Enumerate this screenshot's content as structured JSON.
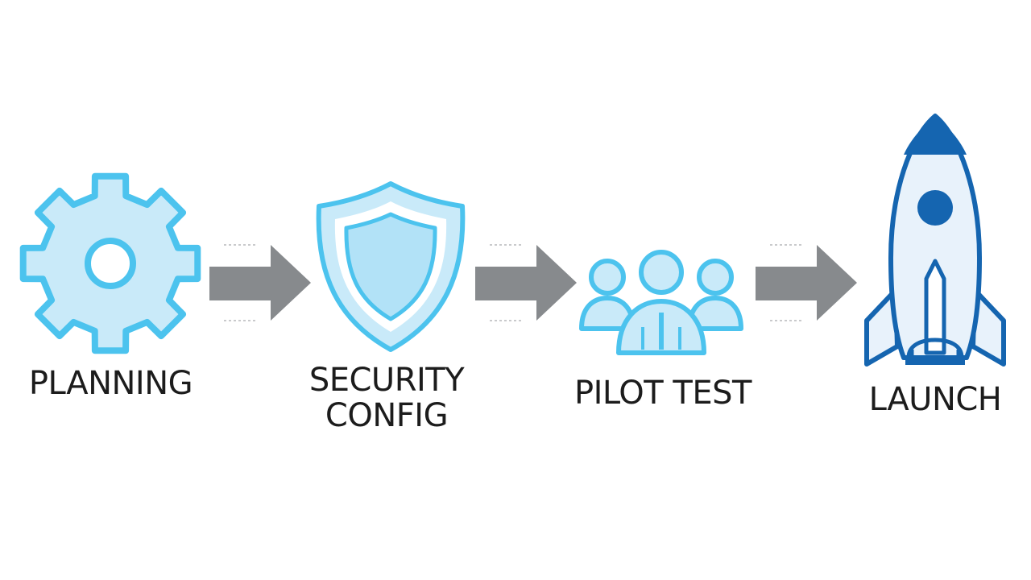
{
  "colors": {
    "light_blue_fill": "#c9eaf9",
    "light_blue_stroke": "#4cc3ee",
    "dark_blue": "#1565b0",
    "rocket_body": "#e8f2fb",
    "arrow_gray": "#878a8d",
    "text": "#1c1c1c",
    "background": "#ffffff"
  },
  "steps": [
    {
      "icon": "gear-icon",
      "label_lines": [
        "PLANNING"
      ]
    },
    {
      "icon": "shield-icon",
      "label_lines": [
        "SECURITY",
        "CONFIG"
      ]
    },
    {
      "icon": "people-group-icon",
      "label_lines": [
        "PILOT TEST"
      ]
    },
    {
      "icon": "rocket-icon",
      "label_lines": [
        "LAUNCH"
      ]
    }
  ],
  "connectors": [
    {
      "from": "PLANNING",
      "to": "SECURITY CONFIG"
    },
    {
      "from": "SECURITY CONFIG",
      "to": "PILOT TEST"
    },
    {
      "from": "PILOT TEST",
      "to": "LAUNCH"
    }
  ]
}
